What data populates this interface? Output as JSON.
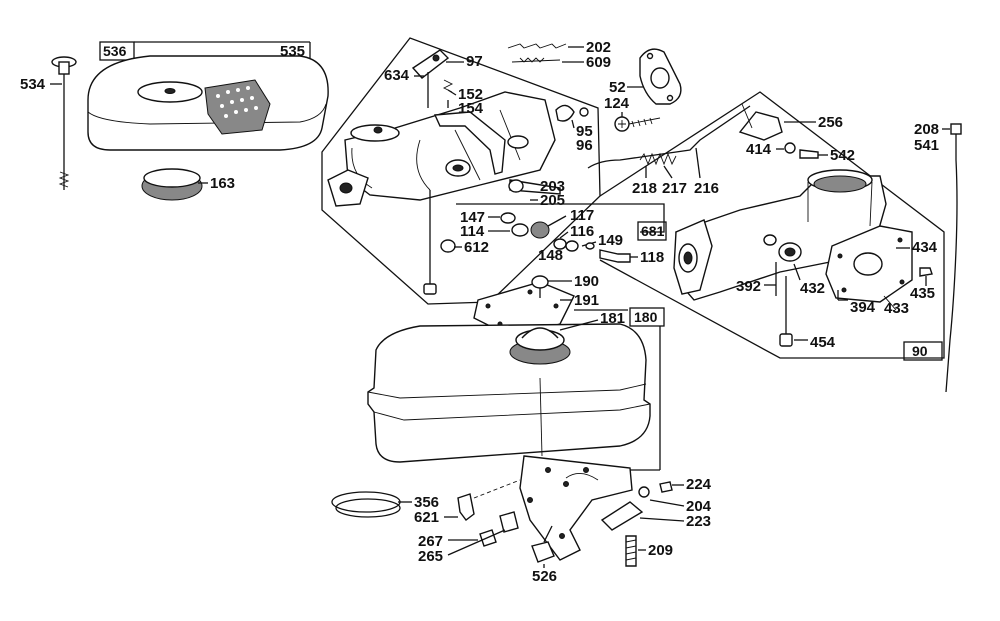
{
  "box_labels": {
    "air_cleaner_box": "536",
    "tank_box": "180",
    "kit_box_681": "681",
    "carb_box_90": "90"
  },
  "part_labels": {
    "p534": "534",
    "p535": "535",
    "p163": "163",
    "p202": "202",
    "p609": "609",
    "p97": "97",
    "p634": "634",
    "p152": "152",
    "p154": "154",
    "p52": "52",
    "p124": "124",
    "p95": "95",
    "p96": "96",
    "p256": "256",
    "p208": "208",
    "p541": "541",
    "p414": "414",
    "p542": "542",
    "p218": "218",
    "p217": "217",
    "p216": "216",
    "p203": "203",
    "p205": "205",
    "p147": "147",
    "p117": "117",
    "p114": "114",
    "p116": "116",
    "p149": "149",
    "p148": "148",
    "p118": "118",
    "p612": "612",
    "p434": "434",
    "p392": "392",
    "p432": "432",
    "p435": "435",
    "p394": "394",
    "p433": "433",
    "p454": "454",
    "p190": "190",
    "p191": "191",
    "p181": "181",
    "p356": "356",
    "p621": "621",
    "p224": "224",
    "p204": "204",
    "p223": "223",
    "p267": "267",
    "p265": "265",
    "p209": "209",
    "p526": "526"
  }
}
